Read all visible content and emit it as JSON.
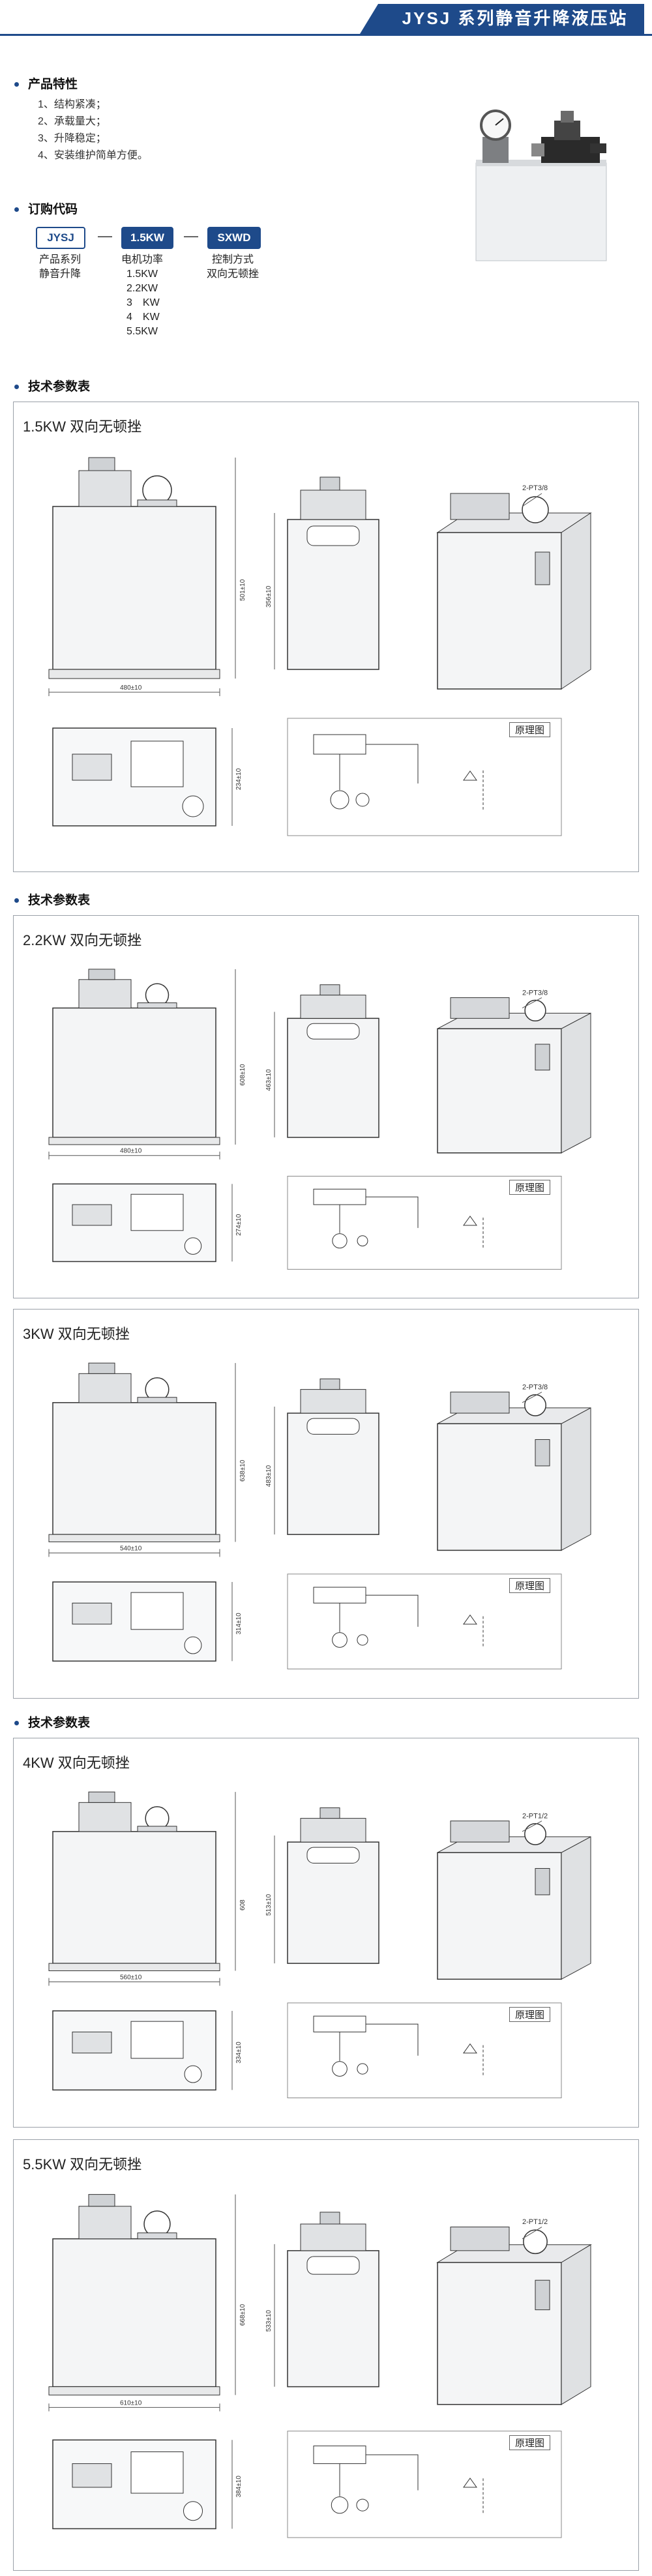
{
  "header": {
    "title": "JYSJ 系列静音升降液压站"
  },
  "features": {
    "heading": "产品特性",
    "items": [
      "1、结构紧凑；",
      "2、承载量大；",
      "3、升降稳定；",
      "4、安装维护简单方便。"
    ]
  },
  "order_code": {
    "heading": "订购代码",
    "codes": [
      "JYSJ",
      "1.5KW",
      "SXWD"
    ],
    "separator": "—",
    "col1": [
      "产品系列",
      "静音升降"
    ],
    "col2": [
      "电机功率",
      "1.5KW",
      "2.2KW",
      "3　KW",
      "4　KW",
      "5.5KW"
    ],
    "col3": [
      "控制方式",
      "双向无顿挫"
    ]
  },
  "tech_heading": "技术参数表",
  "panels": [
    {
      "title": "1.5KW 双向无顿挫",
      "width_dim": "480±10",
      "height_dim": "501±10",
      "side_height_dim": "356±10",
      "depth_dim": "234±10",
      "port_label": "2-PT3/8",
      "schematic_label": "原理图"
    },
    {
      "title": "2.2KW 双向无顿挫",
      "width_dim": "480±10",
      "height_dim": "608±10",
      "side_height_dim": "463±10",
      "depth_dim": "274±10",
      "port_label": "2-PT3/8",
      "schematic_label": "原理图"
    },
    {
      "title": "3KW 双向无顿挫",
      "width_dim": "540±10",
      "height_dim": "638±10",
      "side_height_dim": "483±10",
      "depth_dim": "314±10",
      "port_label": "2-PT3/8",
      "schematic_label": "原理图"
    },
    {
      "title": "4KW 双向无顿挫",
      "width_dim": "560±10",
      "height_dim": "608",
      "side_height_dim": "513±10",
      "depth_dim": "334±10",
      "port_label": "2-PT1/2",
      "schematic_label": "原理图"
    },
    {
      "title": "5.5KW 双向无顿挫",
      "width_dim": "610±10",
      "height_dim": "668±10",
      "side_height_dim": "533±10",
      "depth_dim": "384±10",
      "port_label": "2-PT1/2",
      "schematic_label": "原理图"
    }
  ]
}
